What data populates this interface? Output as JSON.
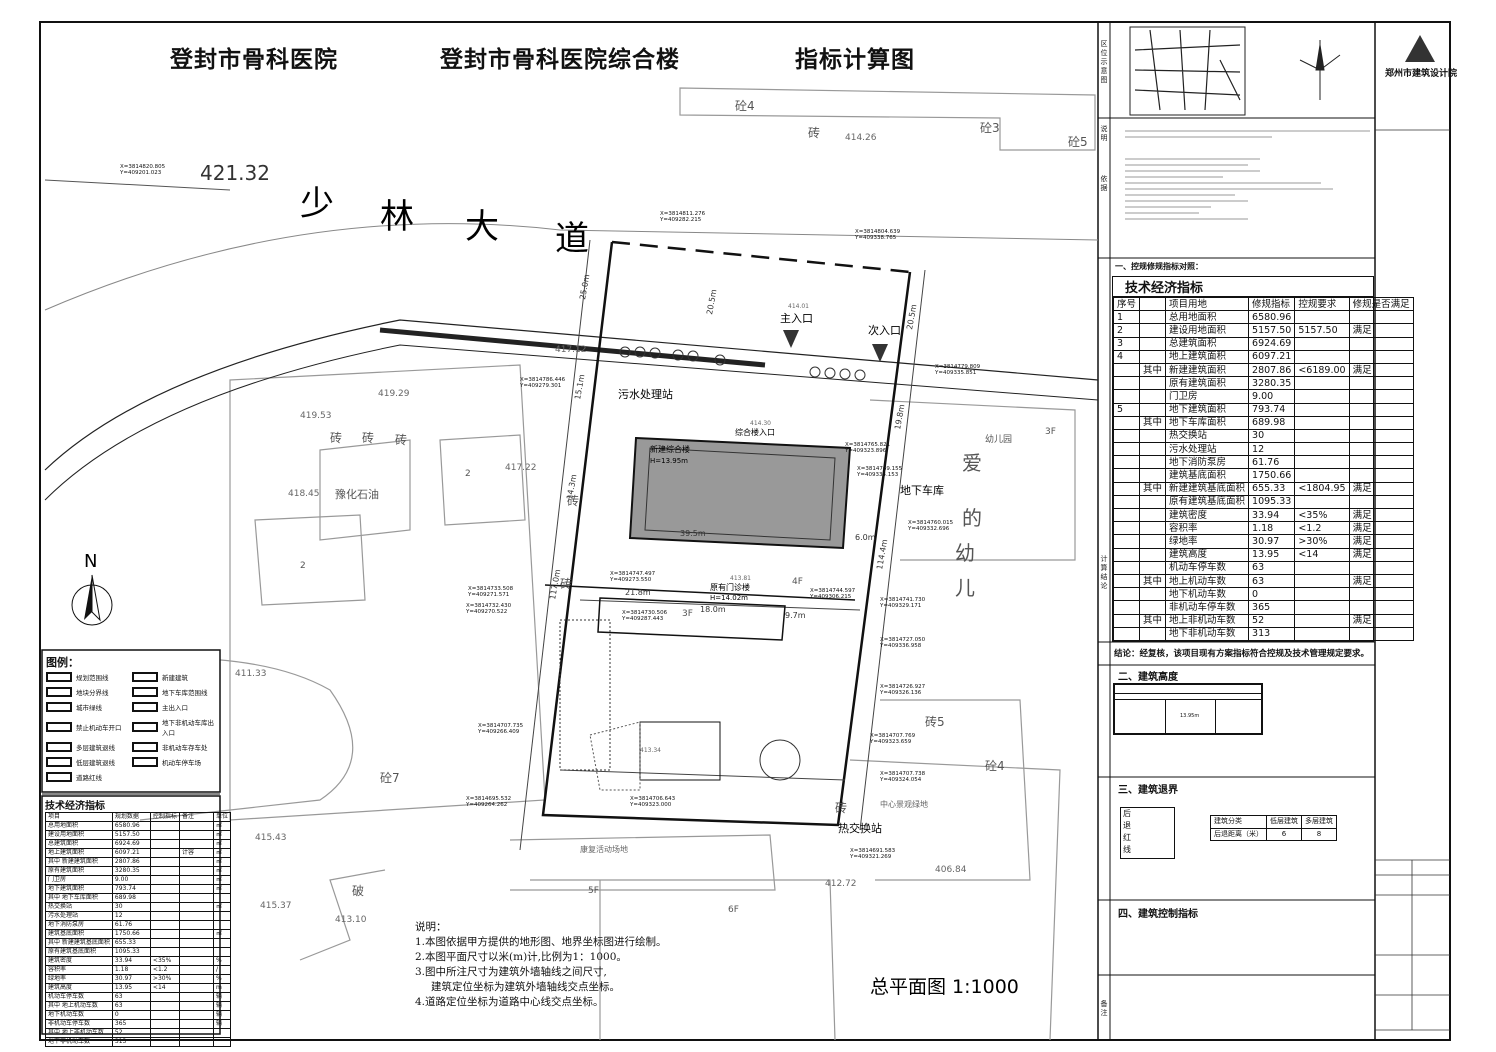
{
  "title": {
    "hospital": "登封市骨科医院",
    "project": "登封市骨科医院综合楼",
    "drawing": "指标计算图"
  },
  "plan": {
    "road_name": [
      "少",
      "林",
      "大",
      "道"
    ],
    "elevation_north": "421.32",
    "labels": {
      "main_entrance": "主入口",
      "secondary_entrance": "次入口",
      "sewage": "污水处理站",
      "building_entrance": "综合楼入口",
      "garage": "地下车库",
      "new_building": "新建综合楼",
      "new_height": "H=13.95m",
      "old_building": "原有门诊楼",
      "old_height": "H=14.02m",
      "heat": "热交换站",
      "kindergarten": "幼儿园",
      "kindergarten_big": [
        "爱",
        "的",
        "幼",
        "儿"
      ],
      "petro": "豫化石油",
      "rehab": "康复活动场地",
      "landscape": "中心景观绿地",
      "scale": "总平面图 1:1000",
      "north": "N"
    },
    "dims": [
      "39.5m",
      "21.8m",
      "18.0m",
      "9.7m",
      "25.0m",
      "20.5m",
      "20.5m",
      "19.8m",
      "15.1m",
      "14.3m",
      "117.0m",
      "114.4m",
      "6.0m"
    ],
    "elevations": [
      "419.29",
      "419.53",
      "417.22",
      "418.45",
      "417.12",
      "414.26",
      "414.01",
      "414.30",
      "413.81",
      "411.33",
      "415.43",
      "415.37",
      "413.10",
      "412.72",
      "406.84",
      "413.34"
    ],
    "materials": [
      "砼4",
      "砼3",
      "砼5",
      "砖",
      "砖",
      "砖",
      "砖",
      "砖",
      "砖5",
      "砼4",
      "砼7",
      "破",
      "砖",
      "砖"
    ],
    "floors": [
      "2",
      "2",
      "3F",
      "4F",
      "5F",
      "6F",
      "3F"
    ],
    "coords": [
      {
        "x": "X=3814820.805",
        "y": "Y=409201.023"
      },
      {
        "x": "X=3814811.276",
        "y": "Y=409282.215"
      },
      {
        "x": "X=3814804.639",
        "y": "Y=409338.765"
      },
      {
        "x": "X=3814786.446",
        "y": "Y=409279.301"
      },
      {
        "x": "X=3814779.809",
        "y": "Y=409335.851"
      },
      {
        "x": "X=3814765.821",
        "y": "Y=409323.896"
      },
      {
        "x": "X=3814769.155",
        "y": "Y=409334.153"
      },
      {
        "x": "X=3814760.015",
        "y": "Y=409332.696"
      },
      {
        "x": "X=3814747.497",
        "y": "Y=409273.550"
      },
      {
        "x": "X=3814744.597",
        "y": "Y=409306.215"
      },
      {
        "x": "X=3814741.730",
        "y": "Y=409329.171"
      },
      {
        "x": "X=3814733.508",
        "y": "Y=409271.571"
      },
      {
        "x": "X=3814732.430",
        "y": "Y=409270.522"
      },
      {
        "x": "X=3814730.506",
        "y": "Y=409287.443"
      },
      {
        "x": "X=3814727.050",
        "y": "Y=409336.958"
      },
      {
        "x": "X=3814726.927",
        "y": "Y=409326.136"
      },
      {
        "x": "X=3814707.735",
        "y": "Y=409266.409"
      },
      {
        "x": "X=3814707.769",
        "y": "Y=409323.659"
      },
      {
        "x": "X=3814707.738",
        "y": "Y=409324.054"
      },
      {
        "x": "X=3814706.643",
        "y": "Y=409323.000"
      },
      {
        "x": "X=3814695.532",
        "y": "Y=409264.262"
      },
      {
        "x": "X=3814691.583",
        "y": "Y=409321.269"
      }
    ]
  },
  "legend": {
    "title": "图例：",
    "items": [
      "规划范围线",
      "新建建筑",
      "地块分界线",
      "地下车库范围线",
      "城市绿线",
      "主出入口",
      "禁止机动车开口",
      "地下非机动车库出入口",
      "多层建筑退线",
      "非机动车存车处",
      "低层建筑退线",
      "机动车停车场",
      "道路红线"
    ]
  },
  "notes": {
    "title": "说明：",
    "items": [
      "1.本图依据甲方提供的地形图、地界坐标图进行绘制。",
      "2.本图平面尺寸以米(m)计,比例为1：1000。",
      "3.图中所注尺寸为建筑外墙轴线之间尺寸,",
      "建筑定位坐标为建筑外墙轴线交点坐标。",
      "4.道路定位坐标为道路中心线交点坐标。"
    ]
  },
  "left_table": {
    "title": "技术经济指标",
    "headers": [
      "项目",
      "规划数据",
      "控制指标",
      "备注",
      "单位"
    ],
    "rows": [
      [
        "总用地面积",
        "6580.96",
        "",
        "",
        "㎡"
      ],
      [
        "建设用地面积",
        "5157.50",
        "",
        "",
        "㎡"
      ],
      [
        "总建筑面积",
        "6924.69",
        "",
        "",
        "㎡"
      ],
      [
        "地上建筑面积",
        "6097.21",
        "",
        "计容",
        "㎡"
      ],
      [
        "其中 新建建筑面积",
        "2807.86",
        "",
        "",
        "㎡"
      ],
      [
        "原有建筑面积",
        "3280.35",
        "",
        "",
        "㎡"
      ],
      [
        "门卫房",
        "9.00",
        "",
        "",
        "㎡"
      ],
      [
        "地下建筑面积",
        "793.74",
        "",
        "",
        "㎡"
      ],
      [
        "其中 地下车库面积",
        "689.98",
        "",
        "",
        ""
      ],
      [
        "热交换站",
        "30",
        "",
        "",
        "㎡"
      ],
      [
        "污水处理站",
        "12",
        "",
        "",
        ""
      ],
      [
        "地下消防泵房",
        "61.76",
        "",
        "",
        ""
      ],
      [
        "建筑基底面积",
        "1750.66",
        "",
        "",
        "㎡"
      ],
      [
        "其中 新建建筑基底面积",
        "655.33",
        "",
        "",
        ""
      ],
      [
        "原有建筑基底面积",
        "1095.33",
        "",
        "",
        ""
      ],
      [
        "建筑密度",
        "33.94",
        "<35%",
        "",
        "%"
      ],
      [
        "容积率",
        "1.18",
        "<1.2",
        "",
        "/"
      ],
      [
        "绿地率",
        "30.97",
        ">30%",
        "",
        "%"
      ],
      [
        "建筑高度",
        "13.95",
        "<14",
        "",
        "m"
      ],
      [
        "机动车停车数",
        "63",
        "",
        "",
        "辆"
      ],
      [
        "其中 地上机动车数",
        "63",
        "",
        "",
        "辆"
      ],
      [
        "地下机动车数",
        "0",
        "",
        "",
        "辆"
      ],
      [
        "非机动车停车数",
        "365",
        "",
        "",
        "辆"
      ],
      [
        "其中 地上非机动车数",
        "52",
        "",
        "",
        ""
      ],
      [
        "地下非机动车数",
        "313",
        "",
        "",
        ""
      ]
    ]
  },
  "right": {
    "side_labels": [
      "区位示意图",
      "说明",
      "依据",
      "计算结论",
      "备注"
    ],
    "institute": "郑州市建筑设计院",
    "section1": "一、控规修规指标对照：",
    "tech_title": "技术经济指标",
    "tech_headers": [
      "序号",
      "项目用地",
      "修规指标",
      "控规要求",
      "修规是否满足"
    ],
    "tech_rows": [
      [
        "1",
        "",
        "总用地面积",
        "6580.96",
        "",
        ""
      ],
      [
        "2",
        "",
        "建设用地面积",
        "5157.50",
        "5157.50",
        "满足"
      ],
      [
        "3",
        "",
        "总建筑面积",
        "6924.69",
        "",
        ""
      ],
      [
        "4",
        "",
        "地上建筑面积",
        "6097.21",
        "",
        ""
      ],
      [
        "",
        "其中",
        "新建建筑面积",
        "2807.86",
        "<6189.00",
        "满足"
      ],
      [
        "",
        "",
        "原有建筑面积",
        "3280.35",
        "",
        ""
      ],
      [
        "",
        "",
        "门卫房",
        "9.00",
        "",
        ""
      ],
      [
        "5",
        "",
        "地下建筑面积",
        "793.74",
        "",
        ""
      ],
      [
        "",
        "其中",
        "地下车库面积",
        "689.98",
        "",
        ""
      ],
      [
        "",
        "",
        "热交换站",
        "30",
        "",
        ""
      ],
      [
        "",
        "",
        "污水处理站",
        "12",
        "",
        ""
      ],
      [
        "",
        "",
        "地下消防泵房",
        "61.76",
        "",
        ""
      ],
      [
        "",
        "",
        "建筑基底面积",
        "1750.66",
        "",
        ""
      ],
      [
        "",
        "其中",
        "新建建筑基底面积",
        "655.33",
        "<1804.95",
        "满足"
      ],
      [
        "",
        "",
        "原有建筑基底面积",
        "1095.33",
        "",
        ""
      ],
      [
        "",
        "",
        "建筑密度",
        "33.94",
        "<35%",
        "满足"
      ],
      [
        "",
        "",
        "容积率",
        "1.18",
        "<1.2",
        "满足"
      ],
      [
        "",
        "",
        "绿地率",
        "30.97",
        ">30%",
        "满足"
      ],
      [
        "",
        "",
        "建筑高度",
        "13.95",
        "<14",
        "满足"
      ],
      [
        "",
        "",
        "机动车停车数",
        "63",
        "",
        ""
      ],
      [
        "",
        "其中",
        "地上机动车数",
        "63",
        "",
        "满足"
      ],
      [
        "",
        "",
        "地下机动车数",
        "0",
        "",
        ""
      ],
      [
        "",
        "",
        "非机动车停车数",
        "365",
        "",
        ""
      ],
      [
        "",
        "其中",
        "地上非机动车数",
        "52",
        "",
        "满足"
      ],
      [
        "",
        "",
        "地下非机动车数",
        "313",
        "",
        ""
      ]
    ],
    "conclusion1": "结论：经复核，该项目现有方案指标符合控规及技术管理规定要求。",
    "section2": "二、建筑高度",
    "height_value": "13.95m",
    "section3": "三、建筑退界",
    "setback_headers": [
      "建筑分类",
      "低层建筑",
      "多层建筑"
    ],
    "setback_row": [
      "后退距离（米）",
      "6",
      "8"
    ],
    "setback_side": [
      "后",
      "退",
      "红",
      "线"
    ],
    "section4": "四、建筑控制指标"
  }
}
